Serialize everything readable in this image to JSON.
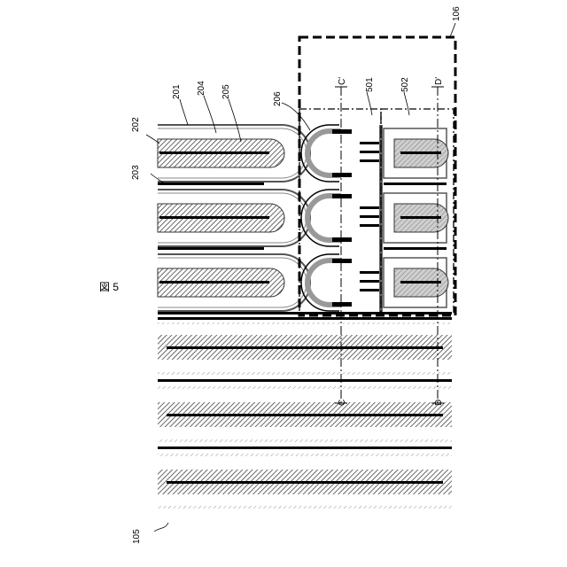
{
  "figure": {
    "title": "図 5"
  },
  "labels": {
    "l105": "105",
    "l106": "106",
    "l201": "201",
    "l202": "202",
    "l203": "203",
    "l204": "204",
    "l205": "205",
    "l206": "206",
    "l501": "501",
    "l502": "502",
    "cPrime": "C'",
    "dPrime": "D'",
    "c": "C",
    "d": "D"
  },
  "colors": {
    "ink": "#000000",
    "hatch_dense": "#555555",
    "gray_fill": "#b0b0b0",
    "background": "#ffffff"
  }
}
